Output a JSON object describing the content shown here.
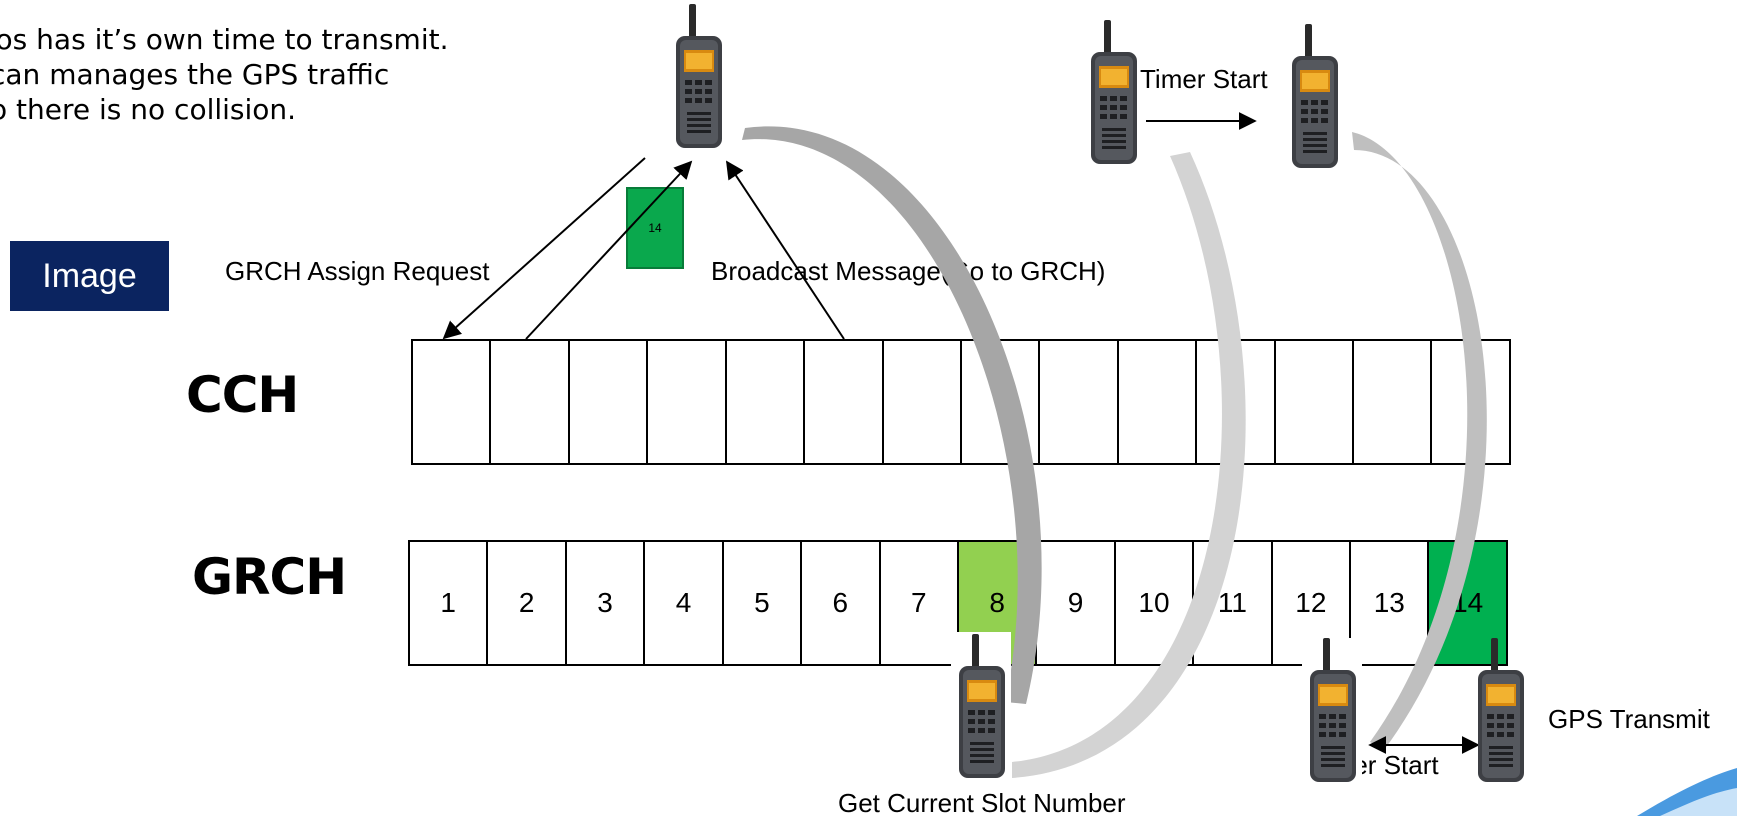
{
  "intro": {
    "lines": [
      "dios has it’s own time to transmit.",
      "can manages the GPS traffic",
      "o there is no collision."
    ]
  },
  "image_chip": {
    "label": "Image",
    "color": "#0b2460"
  },
  "labels": {
    "grch_assign_request": "GRCH Assign Request",
    "broadcast_message": "Broadcast Message(Go to GRCH)",
    "timer_start_top": "Timer Start",
    "timer_start_bottom": "Timer Start",
    "gps_transmit": "GPS Transmit",
    "get_current_slot": "Get Current Slot Number"
  },
  "slot_badge": {
    "value": "14",
    "color": "#0aa84d"
  },
  "cch": {
    "label": "CCH",
    "slot_count": 14
  },
  "grch": {
    "label": "GRCH",
    "slots": [
      "1",
      "2",
      "3",
      "4",
      "5",
      "6",
      "7",
      "8",
      "9",
      "10",
      "11",
      "12",
      "13",
      "14"
    ],
    "highlight": {
      "current": "8",
      "current_color": "#92d050",
      "assigned": "14",
      "assigned_color": "#00b050"
    }
  },
  "radios": [
    "radio-icon",
    "radio-icon",
    "radio-icon",
    "radio-icon",
    "radio-icon",
    "radio-icon"
  ]
}
